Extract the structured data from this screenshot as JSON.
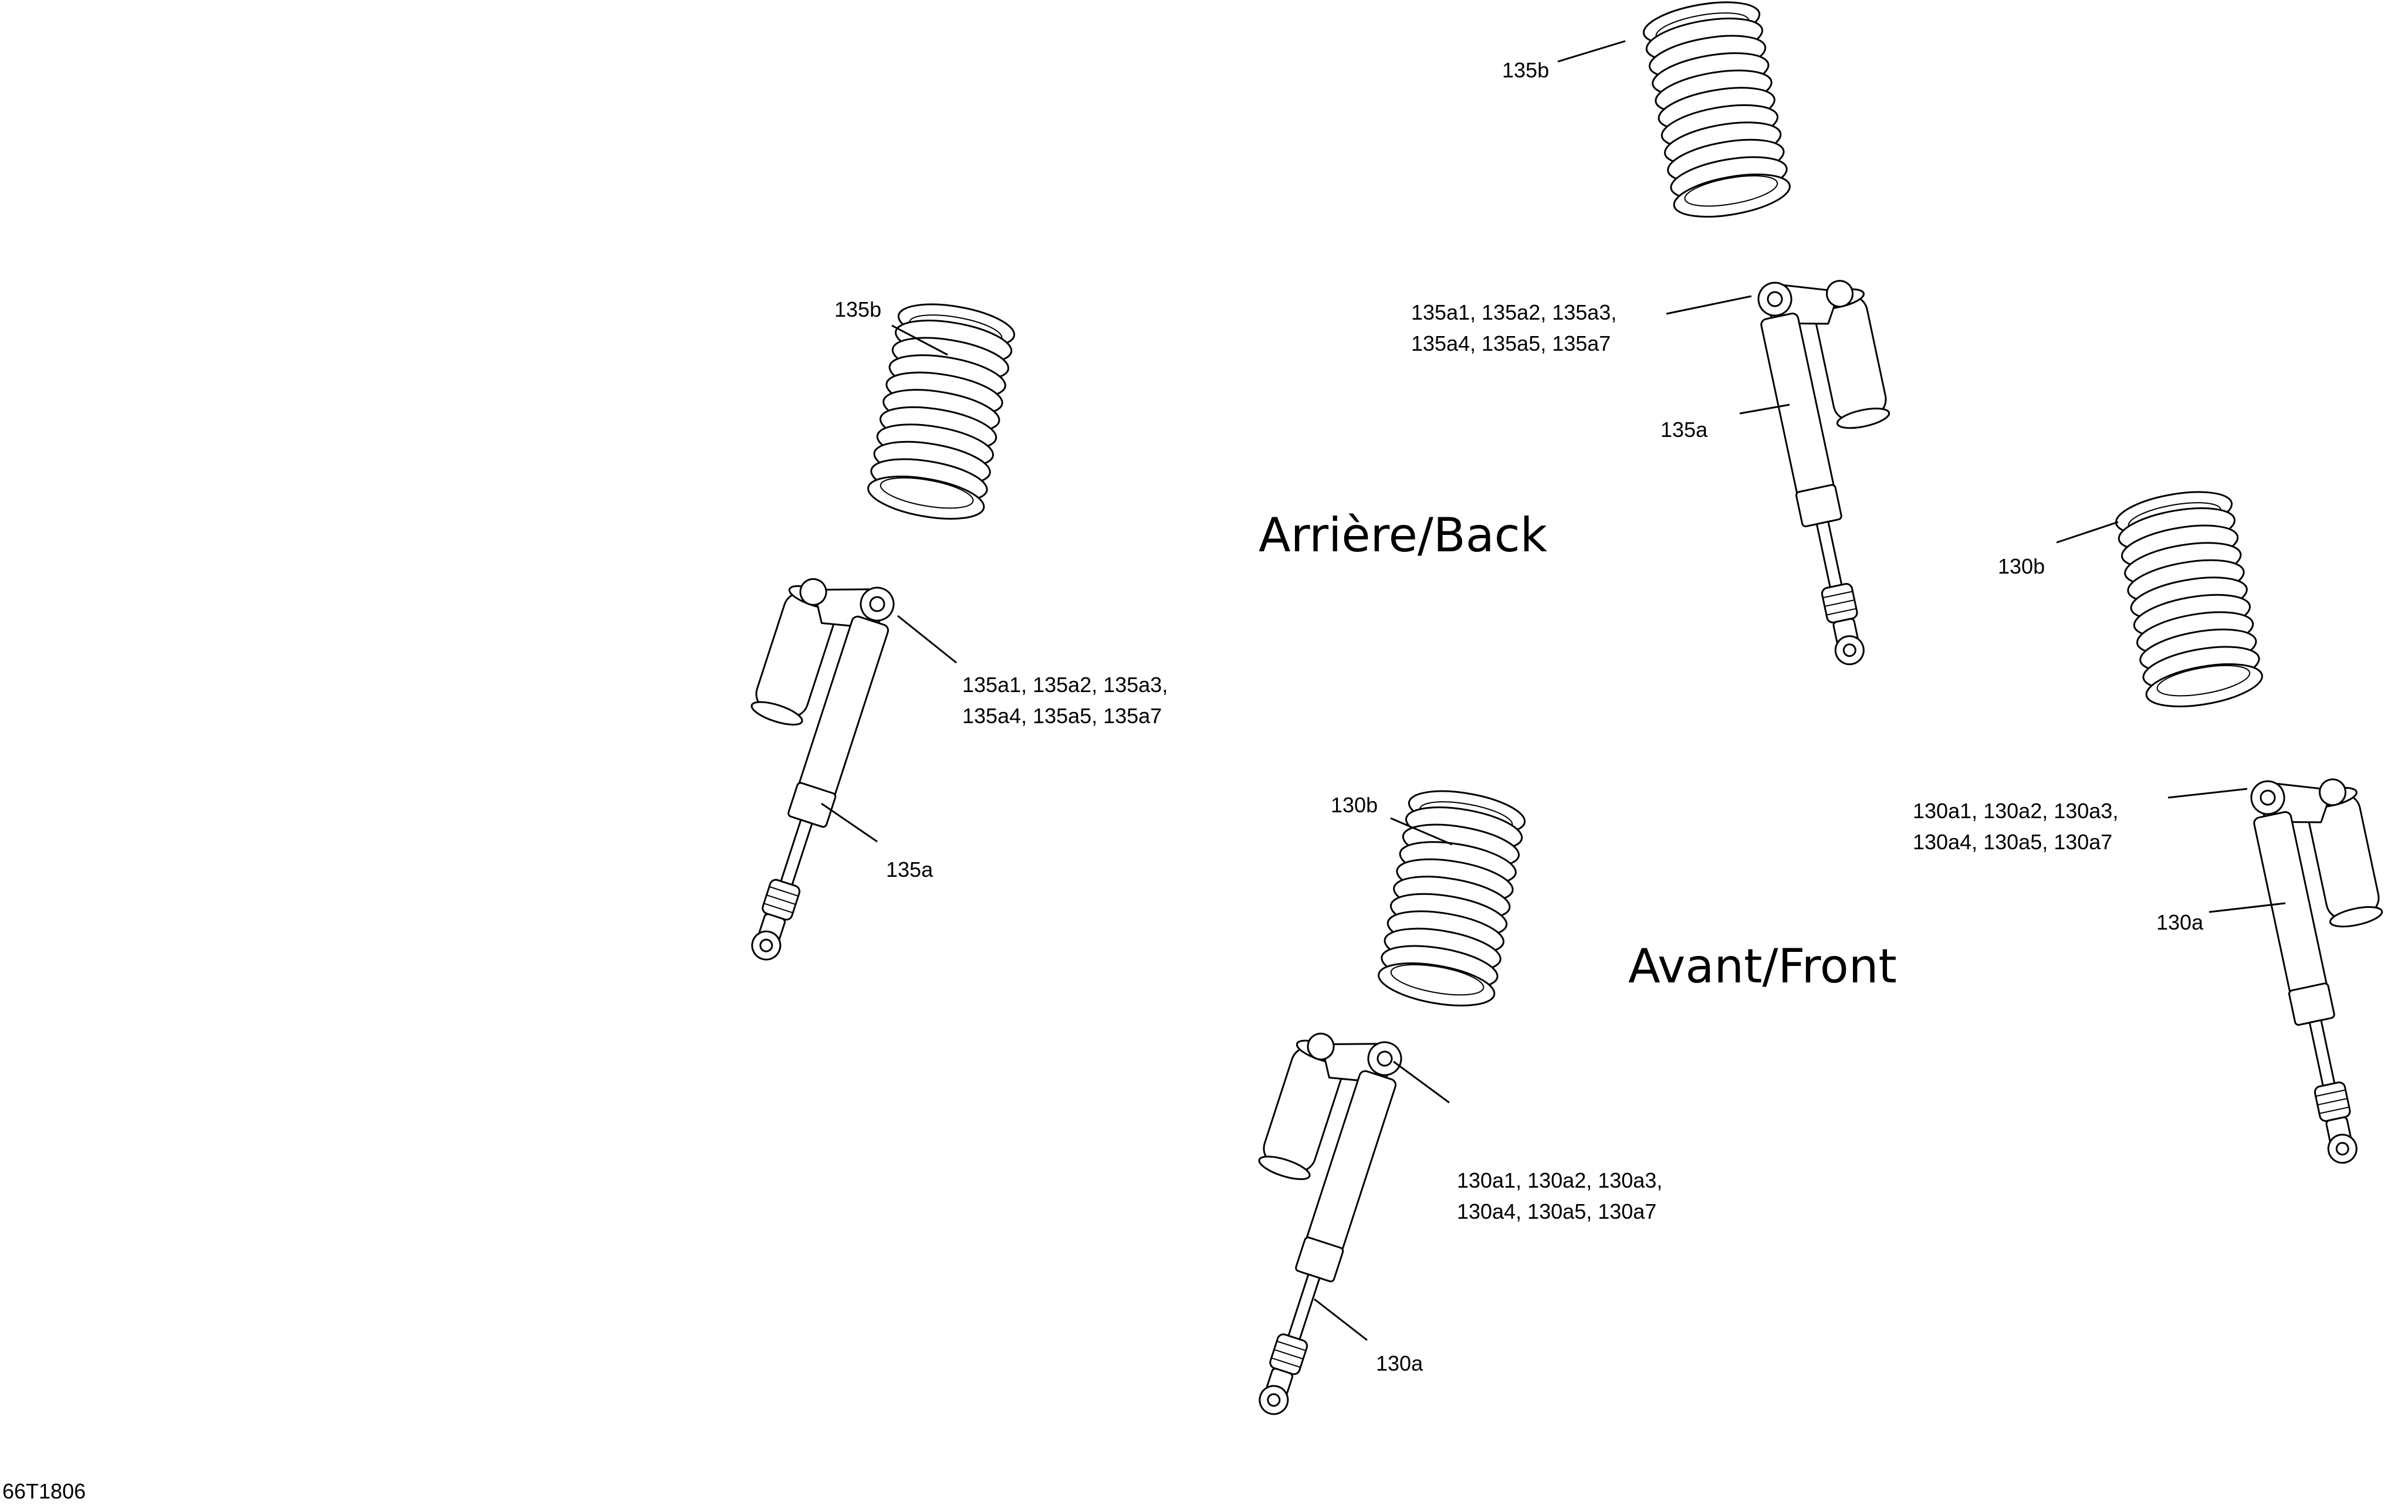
{
  "headings": {
    "rear": "Arrière/Back",
    "front": "Avant/Front"
  },
  "figure_code": "66T1806",
  "callouts": {
    "rear_spring_top": "135b",
    "rear_spring_left": "135b",
    "rear_hardware_right_line1": "135a1, 135a2, 135a3,",
    "rear_hardware_right_line2": "135a4, 135a5, 135a7",
    "rear_shock_right": "135a",
    "rear_hardware_left_line1": "135a1, 135a2, 135a3,",
    "rear_hardware_left_line2": "135a4, 135a5, 135a7",
    "rear_shock_left": "135a",
    "front_spring_right": "130b",
    "front_spring_center": "130b",
    "front_hardware_right_line1": "130a1, 130a2, 130a3,",
    "front_hardware_right_line2": "130a4, 130a5, 130a7",
    "front_shock_right": "130a",
    "front_hardware_bottom_line1": "130a1, 130a2, 130a3,",
    "front_hardware_bottom_line2": "130a4, 130a5, 130a7",
    "front_shock_bottom": "130a"
  }
}
